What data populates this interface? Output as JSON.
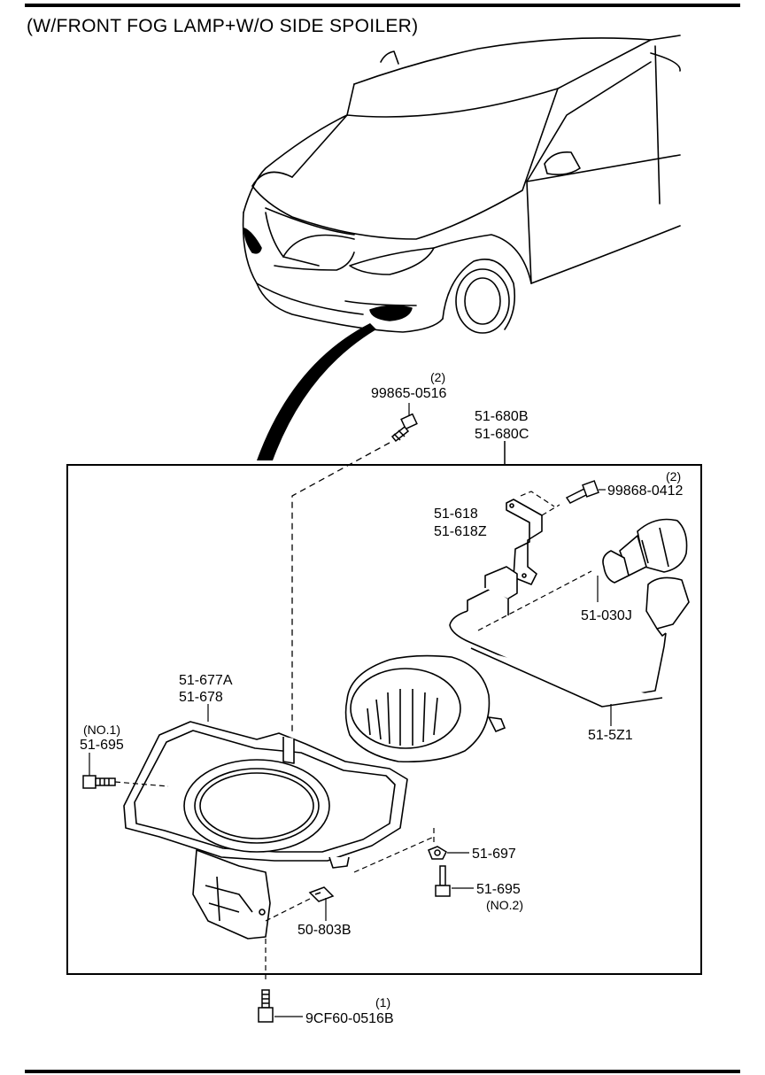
{
  "title": "(W/FRONT FOG LAMP+W/O SIDE SPOILER)",
  "parts": {
    "bolt_top": {
      "number": "99865-0516",
      "qty": "(2)"
    },
    "assembly": {
      "line1": "51-680B",
      "line2": "51-680C"
    },
    "screw_top_right": {
      "number": "99868-0412",
      "qty": "(2)"
    },
    "bracket": {
      "line1": "51-618",
      "line2": "51-618Z"
    },
    "bulb": {
      "number": "51-030J"
    },
    "housing": {
      "line1": "51-677A",
      "line2": "51-678"
    },
    "screw_no1": {
      "note": "(NO.1)",
      "number": "51-695"
    },
    "harness": {
      "number": "51-5Z1"
    },
    "nut": {
      "number": "51-697"
    },
    "screw_no2": {
      "number": "51-695",
      "note": "(NO.2)"
    },
    "clip": {
      "number": "50-803B"
    },
    "bolt_bottom": {
      "number": "9CF60-0516B",
      "qty": "(1)"
    }
  }
}
